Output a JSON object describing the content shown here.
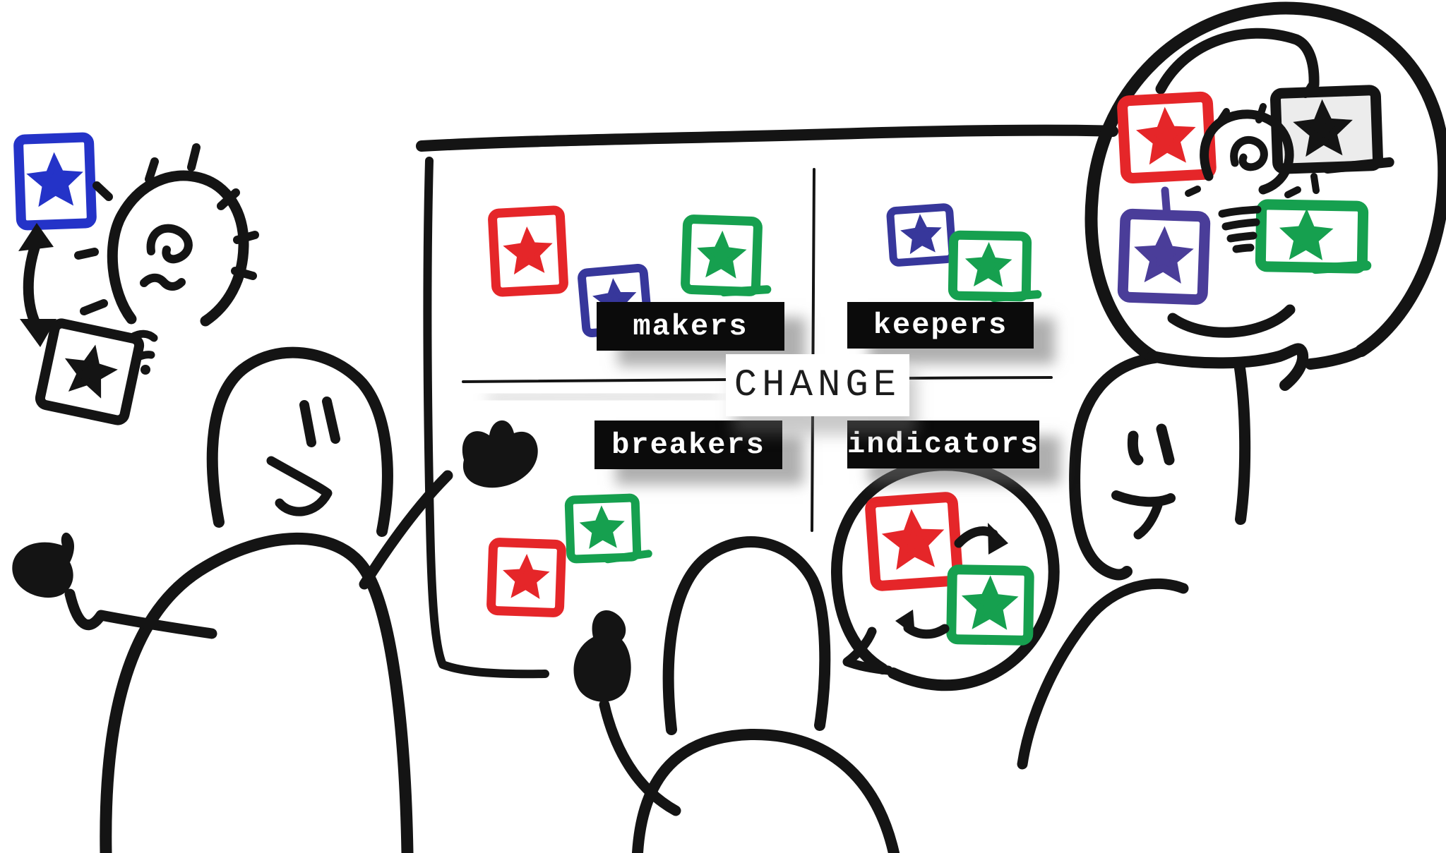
{
  "board": {
    "center_label": "CHANGE",
    "quadrants": [
      {
        "position": "top-left",
        "label": "makers",
        "sticky_notes": [
          "red",
          "indigo",
          "green"
        ]
      },
      {
        "position": "top-right",
        "label": "keepers",
        "sticky_notes": [
          "indigo",
          "green"
        ]
      },
      {
        "position": "bottom-left",
        "label": "breakers",
        "sticky_notes": [
          "green",
          "red"
        ]
      },
      {
        "position": "bottom-right",
        "label": "indicators",
        "sticky_notes": []
      }
    ]
  },
  "margin_sketches": {
    "top_left_corner": {
      "sticky_notes": [
        "blue",
        "black"
      ],
      "icons": [
        "up-down-arrow-icon",
        "idea-lightbulb-icon"
      ]
    },
    "top_right_speech_bubble": {
      "sticky_notes": [
        "red",
        "black",
        "purple",
        "green"
      ],
      "icons": [
        "idea-lightbulb-icon"
      ]
    },
    "bottom_speech_bubble": {
      "sticky_notes": [
        "red",
        "green"
      ],
      "icons": [
        "swap-arrows-icon"
      ]
    }
  },
  "people": [
    "presenter-pointing-at-board",
    "participant-raising-fist",
    "participant-speaking"
  ],
  "palette": {
    "ink": "#141414",
    "red": "#e52629",
    "green": "#16a04f",
    "blue": "#2433c8",
    "indigo": "#37379b",
    "purple": "#4a3d99",
    "note_gray_fill": "#ececec",
    "label_bg": "#0b0b0b",
    "label_text": "#ffffff",
    "divider_gray": "#9aa0a6"
  }
}
